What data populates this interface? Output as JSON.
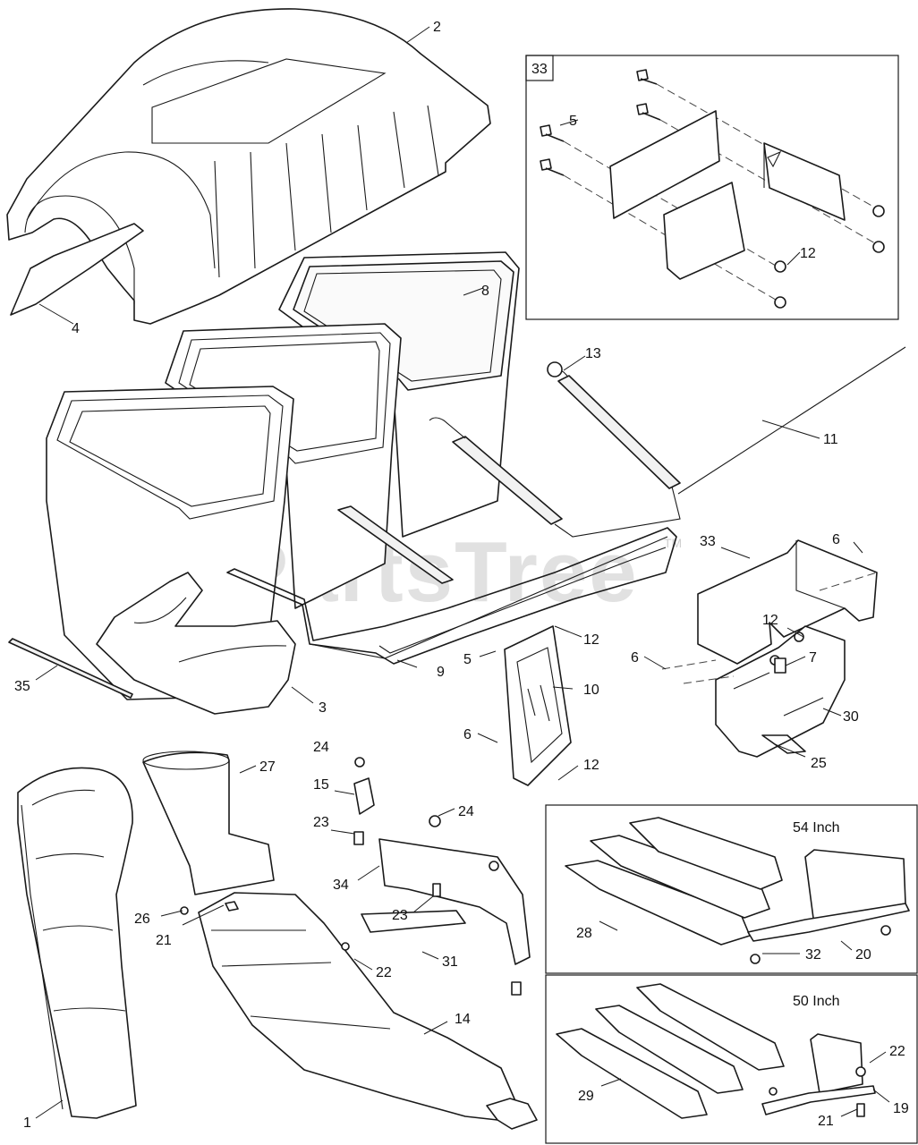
{
  "watermark": {
    "text": "PartsTree",
    "tm": "TM"
  },
  "inset_33": {
    "number": "33"
  },
  "inset_54": {
    "title": "54 Inch"
  },
  "inset_50": {
    "title": "50 Inch"
  },
  "labels": {
    "l2": "2",
    "l4": "4",
    "l8": "8",
    "l13": "13",
    "l11": "11",
    "l33_inset_5": "5",
    "l33_inset_12": "12",
    "l33": "33",
    "l6a": "6",
    "l12a": "12",
    "l7": "7",
    "l6b": "6",
    "l30": "30",
    "l25": "25",
    "l12b": "12",
    "l5": "5",
    "l9": "9",
    "l10": "10",
    "l6c": "6",
    "l12c": "12",
    "l35": "35",
    "l3": "3",
    "l27": "27",
    "l24a": "24",
    "l15": "15",
    "l23a": "23",
    "l24b": "24",
    "l34": "34",
    "l23b": "23",
    "l26": "26",
    "l21a": "21",
    "l31": "31",
    "l22a": "22",
    "l14": "14",
    "l1": "1",
    "l28": "28",
    "l32": "32",
    "l20": "20",
    "l29": "29",
    "l22b": "22",
    "l19": "19",
    "l21b": "21"
  }
}
